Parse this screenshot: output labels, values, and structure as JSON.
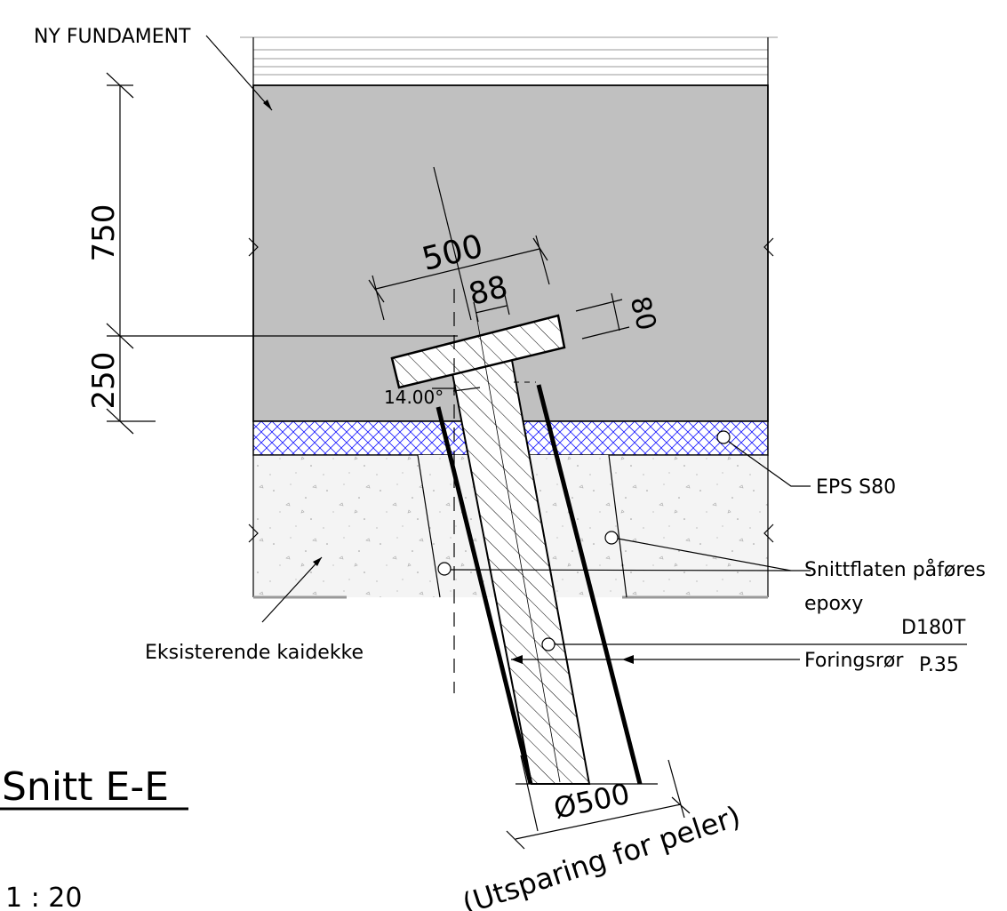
{
  "labels": {
    "ny_fundament": "NY FUNDAMENT",
    "eps": "EPS S80",
    "snittflaten_line1": "Snittflaten påføres",
    "snittflaten_line2": "epoxy",
    "d180t": "D180T",
    "p35": "P.35",
    "foringsror": "Foringsrør",
    "eksisterende": "Eksisterende kaidekke"
  },
  "dimensions": {
    "d750": "750",
    "d250": "250",
    "d500": "500",
    "d88": "88",
    "d80": "80",
    "angle": "14.00°",
    "diameter": "Ø500",
    "utsparing": "(Utsparing for peler)"
  },
  "title": {
    "section": "Snitt E-E",
    "scale": "1 : 20"
  },
  "colors": {
    "foundation": "#c0c0c0",
    "eps_hatch": "#1a1aff",
    "existing_deck": "#f2f2f2"
  }
}
